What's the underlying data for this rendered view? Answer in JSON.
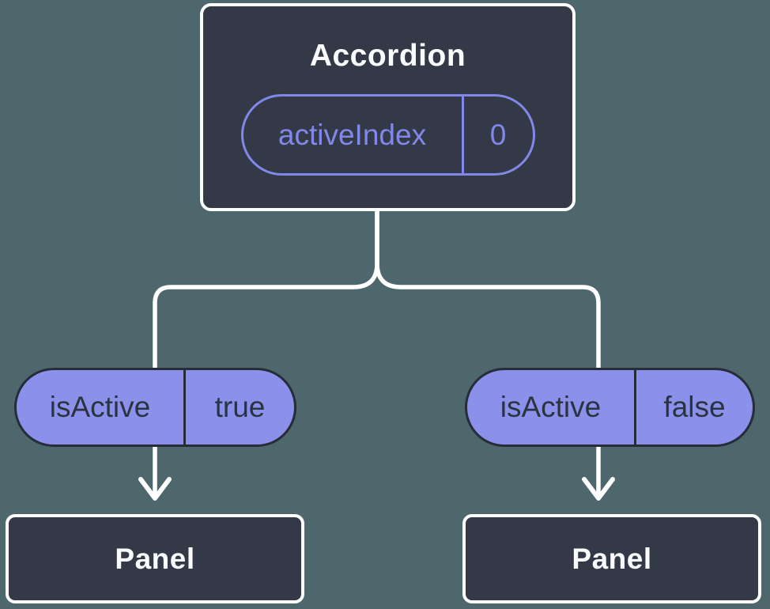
{
  "colors": {
    "background": "#4d676d",
    "node_fill": "#333946",
    "node_border": "#ffffff",
    "accent_purple": "#8288e9",
    "pill_fill": "#8b90ea",
    "pill_border": "#262c38",
    "pill_text": "#2c3340",
    "line": "#ffffff",
    "title_text": "#fafbfd"
  },
  "diagram": {
    "root": {
      "title": "Accordion",
      "state": {
        "key": "activeIndex",
        "value": "0"
      }
    },
    "props": [
      {
        "key": "isActive",
        "value": "true"
      },
      {
        "key": "isActive",
        "value": "false"
      }
    ],
    "children": [
      {
        "title": "Panel"
      },
      {
        "title": "Panel"
      }
    ]
  }
}
